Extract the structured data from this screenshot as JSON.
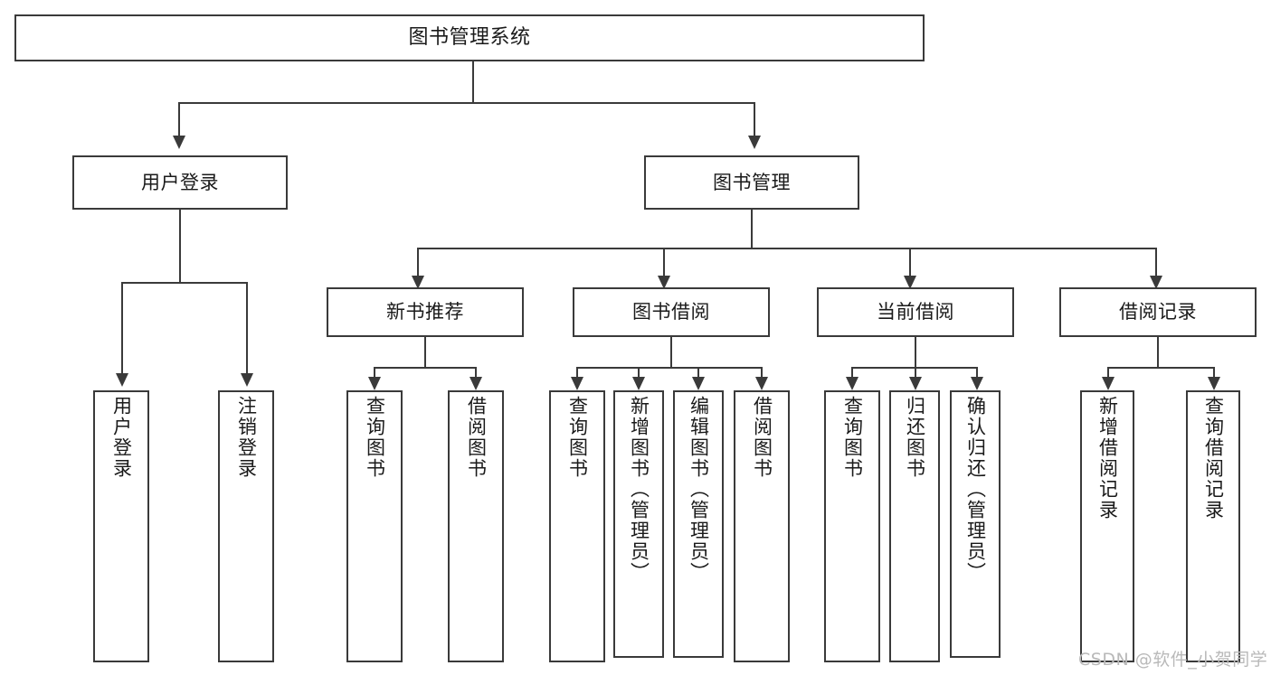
{
  "diagram": {
    "type": "tree-hierarchy-chart",
    "title": "图书管理系统",
    "stroke_color": "#3a3a3a",
    "fill_color": "#ffffff",
    "text_color": "#1a1a1a",
    "root": {
      "label": "图书管理系统"
    },
    "level1": [
      {
        "label": "用户登录"
      },
      {
        "label": "图书管理"
      }
    ],
    "level2": [
      {
        "label": "新书推荐"
      },
      {
        "label": "图书借阅"
      },
      {
        "label": "当前借阅"
      },
      {
        "label": "借阅记录"
      }
    ],
    "leaves": {
      "user_login": [
        {
          "label": "用户登录"
        },
        {
          "label": "注销登录"
        }
      ],
      "new_book_recommend": [
        {
          "label": "查询图书"
        },
        {
          "label": "借阅图书"
        }
      ],
      "book_borrow": [
        {
          "label": "查询图书"
        },
        {
          "label": "新增图书（管理员）"
        },
        {
          "label": "编辑图书（管理员）"
        },
        {
          "label": "借阅图书"
        }
      ],
      "current_borrow": [
        {
          "label": "查询图书"
        },
        {
          "label": "归还图书"
        },
        {
          "label": "确认归还（管理员）"
        }
      ],
      "borrow_record": [
        {
          "label": "新增借阅记录"
        },
        {
          "label": "查询借阅记录"
        }
      ]
    }
  },
  "watermark": {
    "text": "CSDN @软件_小贺同学"
  }
}
